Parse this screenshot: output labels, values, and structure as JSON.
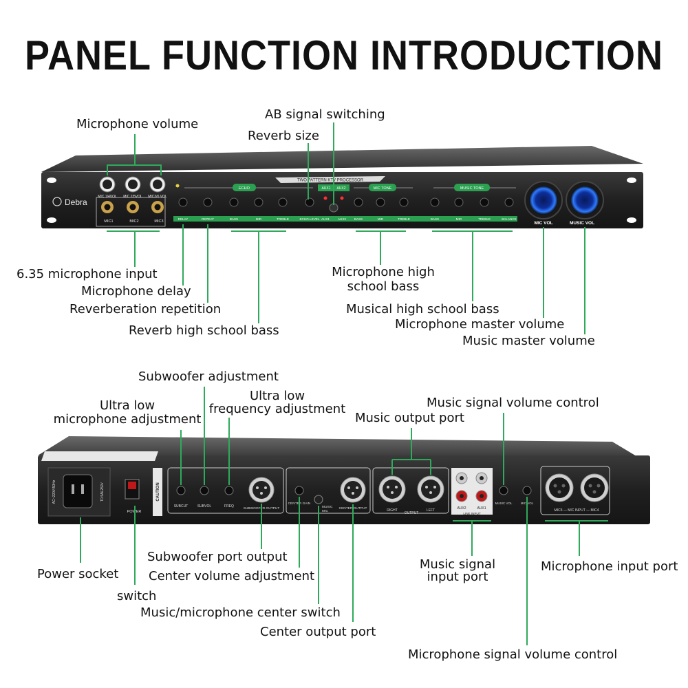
{
  "title": "PANEL FUNCTION INTRODUCTION",
  "front_panel": {
    "brand": "Debra",
    "model": "TWO PATTERN KTV PROCESSOR",
    "knob_labels": [
      "MIC 1/4VOL",
      "MIC 2/5VOL",
      "MIC3/6 VOL"
    ],
    "jack_labels": [
      "MIC1",
      "MIC2",
      "MIC3"
    ],
    "section_labels": {
      "echo": "ECHO",
      "mic_tone": "MIC TONE",
      "music_tone": "MUSIC TONE",
      "aux1": "AUX1",
      "aux2": "AUX2"
    },
    "strip_labels": [
      "DELAY",
      "REPEAT",
      "BASS",
      "MID",
      "TREBLE",
      "ECHO-LEVEL",
      "AUX1",
      "AUX2",
      "BASS",
      "MID",
      "TREBLE",
      "BASS",
      "MID",
      "TREBLE",
      "BALANCE"
    ],
    "big_knob_labels": [
      "MIC VOL",
      "MUSIC VOL"
    ]
  },
  "rear_panel": {
    "power_socket_label": "AC~220V/50Hz",
    "fuse_label": "T0.5AL250V",
    "power_label": "POWER",
    "caution_label": "CAUTION",
    "knob_labels": [
      "SUBCUT",
      "SUBVOL",
      "FREQ"
    ],
    "subwoofer_output": "SUBWOOFER OUTPUT",
    "center_gain": "CENTER GAIN",
    "music": "MUSIC",
    "mic": "MIC",
    "center_output": "CENTER OUTPUT",
    "right": "RIGHT",
    "output": "OUTPUT",
    "left": "LEFT",
    "aux2": "AUX2",
    "aux1": "AUX1",
    "line_input": "LINE INPUT",
    "music_vol": "MUSIC VOL",
    "mic_vol": "MIC VOL",
    "mic_input": "MIC5 — MIC INPUT — MIC4"
  },
  "labels": {
    "microphone_volume": "Microphone volume",
    "ab_signal_switching": "AB signal switching",
    "reverb_size": "Reverb size",
    "mic_input_635": "6.35 microphone input",
    "mic_delay": "Microphone delay",
    "reverb_repetition": "Reverberation repetition",
    "reverb_hsb": "Reverb high school bass",
    "mic_hsb_1": "Microphone high",
    "mic_hsb_2": "school bass",
    "music_hsb": "Musical high school bass",
    "mic_master_volume": "Microphone master volume",
    "music_master_volume": "Music master volume",
    "subwoofer_adjustment": "Subwoofer adjustment",
    "ultra_low_mic_1": "Ultra low",
    "ultra_low_mic_2": "microphone adjustment",
    "ultra_low_freq_1": "Ultra low",
    "ultra_low_freq_2": "frequency adjustment",
    "music_signal_volume_control": "Music signal volume control",
    "music_output_port": "Music output port",
    "power_socket": "Power socket",
    "switch": "switch",
    "subwoofer_port_output": "Subwoofer port output",
    "center_volume_adjustment": "Center volume adjustment",
    "music_mic_center_switch": "Music/microphone center switch",
    "center_output_port": "Center output port",
    "music_signal_input_1": "Music signal",
    "music_signal_input_2": "input port",
    "microphone_input_port": "Microphone input port",
    "mic_signal_volume_control": "Microphone signal volume control"
  },
  "colors": {
    "leader": "#2faa5a",
    "strip": "#2aa050",
    "panel": "#1c1c1c",
    "knob_glow": "#2a6cff"
  }
}
